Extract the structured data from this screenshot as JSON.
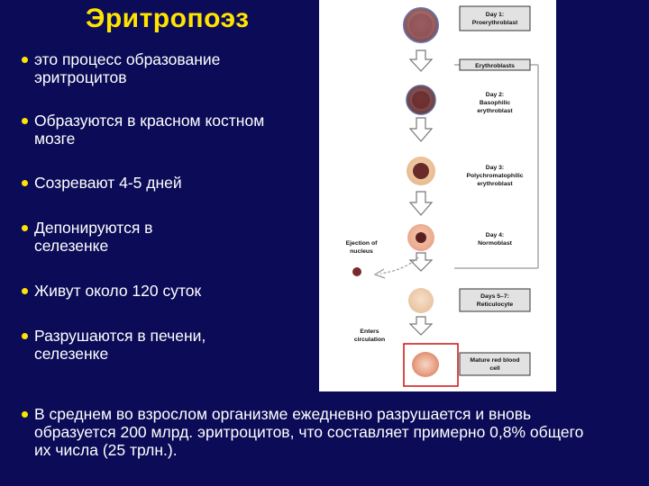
{
  "title": "Эритропоэз",
  "bullets": [
    "это процесс образование эритроцитов",
    "Образуются в красном костном мозге",
    "Созревают 4-5 дней",
    "Депонируются в селезенке",
    "Живут около 120 суток",
    "Разрушаются в печени, селезенке",
    "В среднем во взрослом организме ежедневно разрушается и вновь образуется 200 млрд. эритроцитов, что составляет примерно 0,8% общего их числа (25 трлн.)."
  ],
  "diagram": {
    "stages": {
      "proerythroblast": [
        "Day 1:",
        "Proerythroblast"
      ],
      "erythroblasts": "Erythroblasts",
      "basophilic": [
        "Day 2:",
        "Basophilic",
        "erythroblast"
      ],
      "polychromatophilic": [
        "Day 3:",
        "Polychromatophilic",
        "erythroblast"
      ],
      "normoblast": [
        "Day 4:",
        "Normoblast"
      ],
      "ejection": [
        "Ejection of",
        "nucleus"
      ],
      "reticulocyte": [
        "Days 5–7:",
        "Reticulocyte"
      ],
      "enters": [
        "Enters",
        "circulation"
      ],
      "mature": [
        "Mature red blood",
        "cell"
      ]
    },
    "colors": {
      "box_fill": "#e2e2e2",
      "bracket": "#a8a8a8",
      "red_border": "#cc1010",
      "nucleus": "#6a2a2a",
      "cell_pink": "#f1c9b0"
    }
  }
}
